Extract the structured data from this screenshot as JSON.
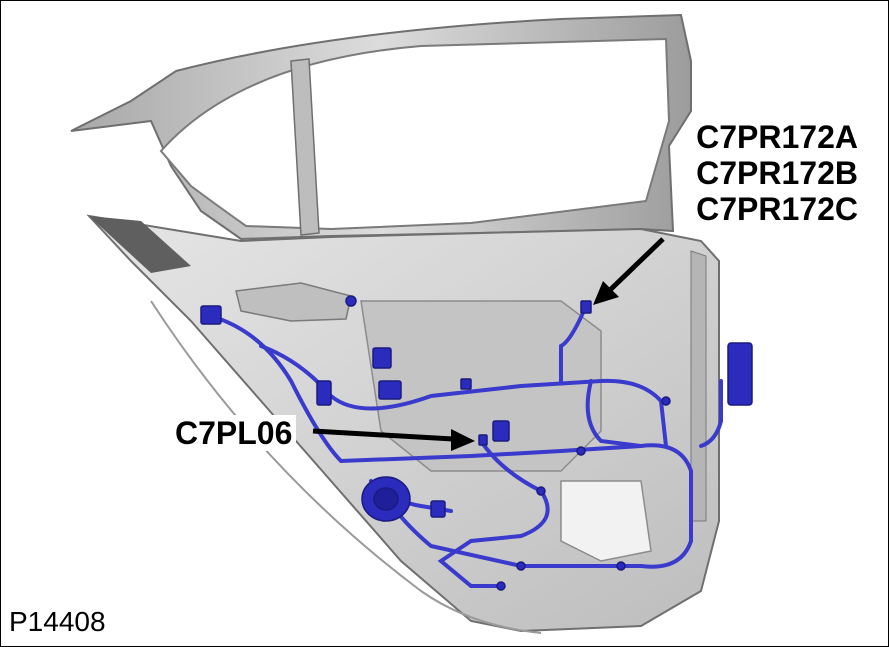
{
  "callouts": {
    "upper_labels": [
      "C7PR172A",
      "C7PR172B",
      "C7PR172C"
    ],
    "lower_label": "C7PL06"
  },
  "figure_id": "P14408",
  "colors": {
    "door_panel": "#d9d9d9",
    "door_edge": "#9a9a9a",
    "door_dark": "#7a7a7a",
    "harness": "#3a3acc",
    "connector": "#2b2bbd",
    "arrow": "#000000"
  }
}
